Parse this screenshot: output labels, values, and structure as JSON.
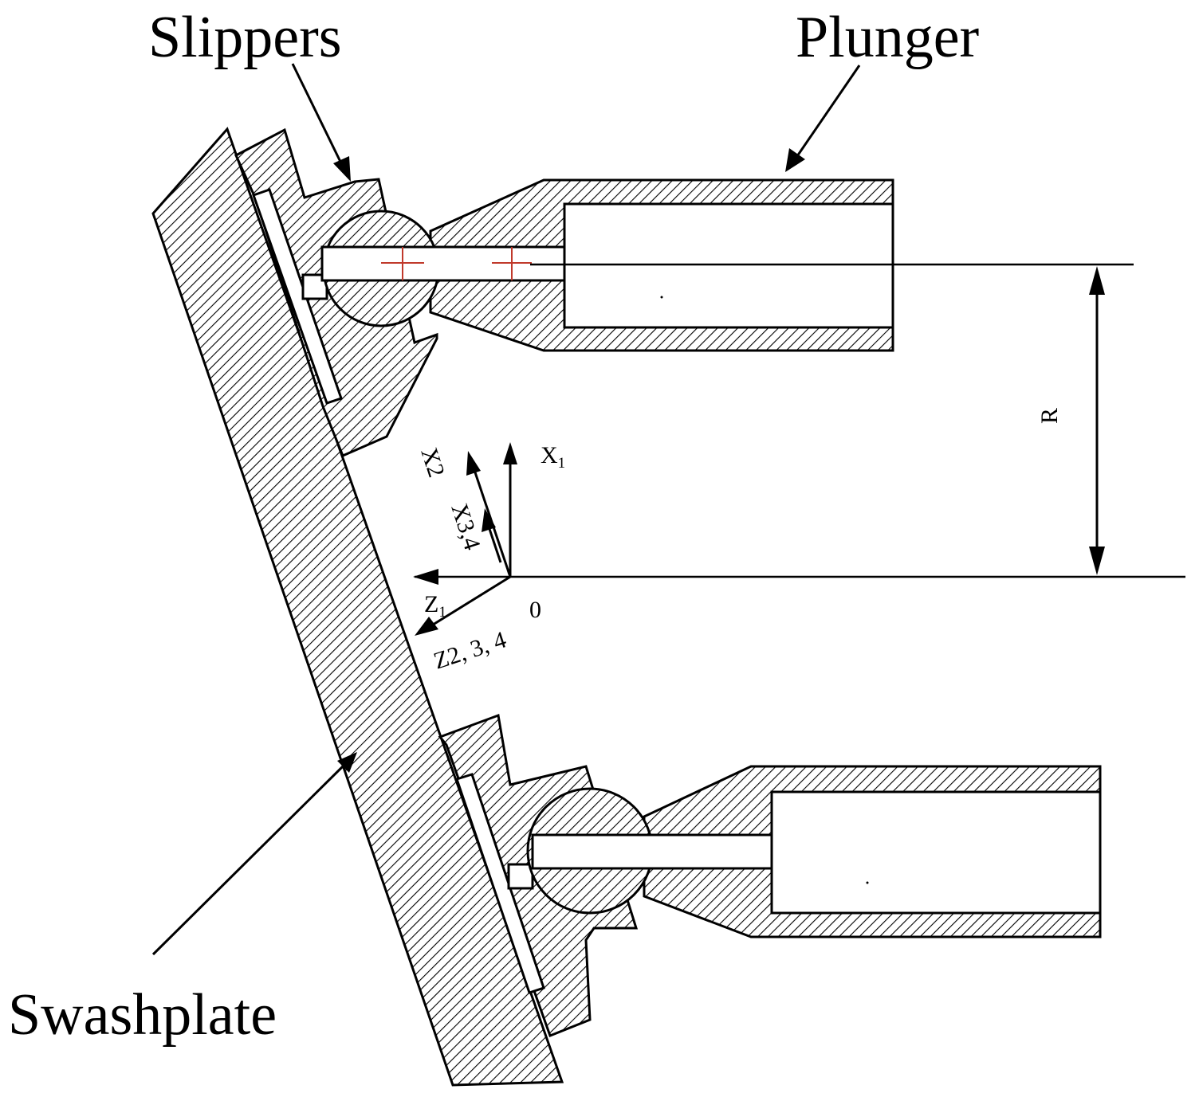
{
  "labels": {
    "slippers": "Slippers",
    "plunger": "Plunger",
    "swashplate": "Swashplate",
    "radius": "R",
    "axis_x1": "X",
    "axis_x1_sub": "1",
    "axis_x2": "X2",
    "axis_x34": "X3,4",
    "axis_z1": "Z",
    "axis_z1_sub": "1",
    "axis_z234": "Z2, 3, 4",
    "origin": "0"
  },
  "colors": {
    "ink": "#000000",
    "center_mark": "#c0392b",
    "background": "#ffffff"
  }
}
